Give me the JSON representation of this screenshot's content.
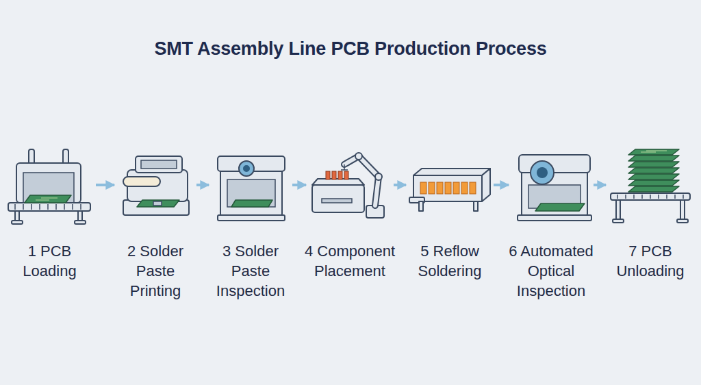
{
  "diagram": {
    "title": "SMT Assembly Line PCB Production Process",
    "nodes": [
      {
        "text": [
          "1 PCB Loading"
        ]
      },
      {
        "text": [
          "2 Solder Paste Printing"
        ]
      },
      {
        "text": [
          "3 Solder Paste Inspection"
        ]
      },
      {
        "text": [
          "4 Component Placement"
        ]
      },
      {
        "text": [
          "5 Reflow Soldering"
        ]
      },
      {
        "text": [
          "6 Automated Optical Inspection"
        ]
      },
      {
        "text": [
          "7 PCB Unloading"
        ]
      }
    ],
    "edges": [
      {
        "from": 0,
        "to": 1,
        "arrow": "to"
      },
      {
        "from": 1,
        "to": 2,
        "arrow": "to"
      },
      {
        "from": 2,
        "to": 3,
        "arrow": "to"
      },
      {
        "from": 3,
        "to": 4,
        "arrow": "to"
      },
      {
        "from": 4,
        "to": 5,
        "arrow": "to"
      },
      {
        "from": 5,
        "to": 6,
        "arrow": "to"
      }
    ]
  }
}
